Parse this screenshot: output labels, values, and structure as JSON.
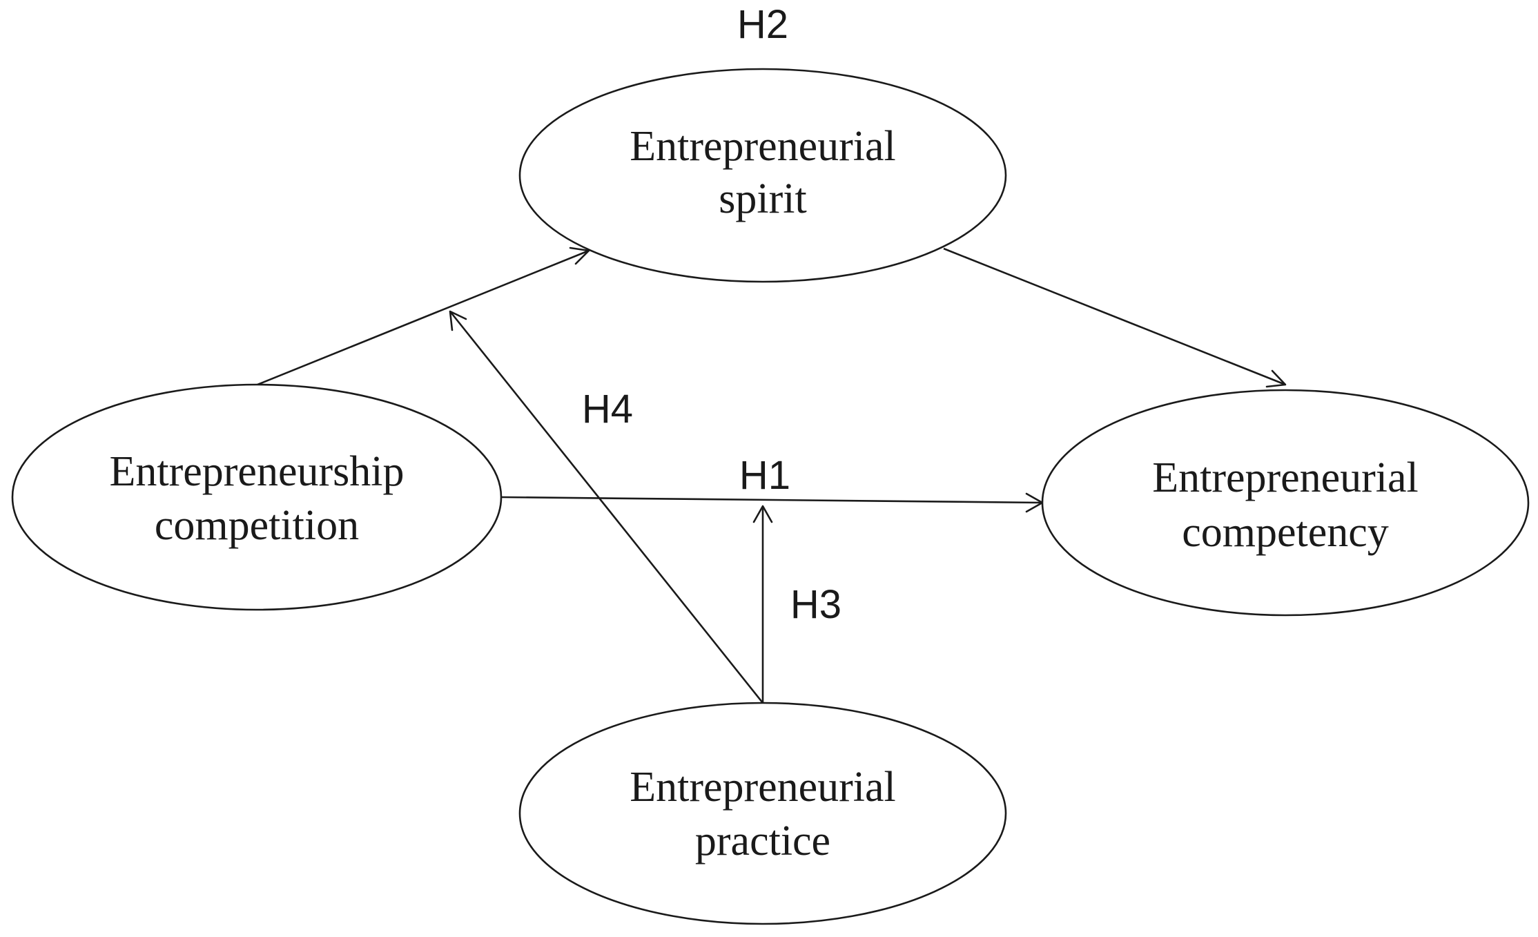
{
  "nodes": {
    "spirit": {
      "line1": "Entrepreneurial",
      "line2": "spirit"
    },
    "competition": {
      "line1": "Entrepreneurship",
      "line2": "competition"
    },
    "competency": {
      "line1": "Entrepreneurial",
      "line2": "competency"
    },
    "practice": {
      "line1": "Entrepreneurial",
      "line2": "practice"
    }
  },
  "hypotheses": {
    "h1": "H1",
    "h2": "H2",
    "h3": "H3",
    "h4": "H4"
  },
  "edges": [
    {
      "from": "competition",
      "to": "spirit"
    },
    {
      "from": "spirit",
      "to": "competency"
    },
    {
      "from": "competition",
      "to": "competency",
      "label": "H1"
    },
    {
      "from": "practice",
      "to": "edge:competition-competency",
      "label": "H3"
    },
    {
      "from": "practice",
      "to": "edge:competition-spirit",
      "label": "H4"
    }
  ]
}
